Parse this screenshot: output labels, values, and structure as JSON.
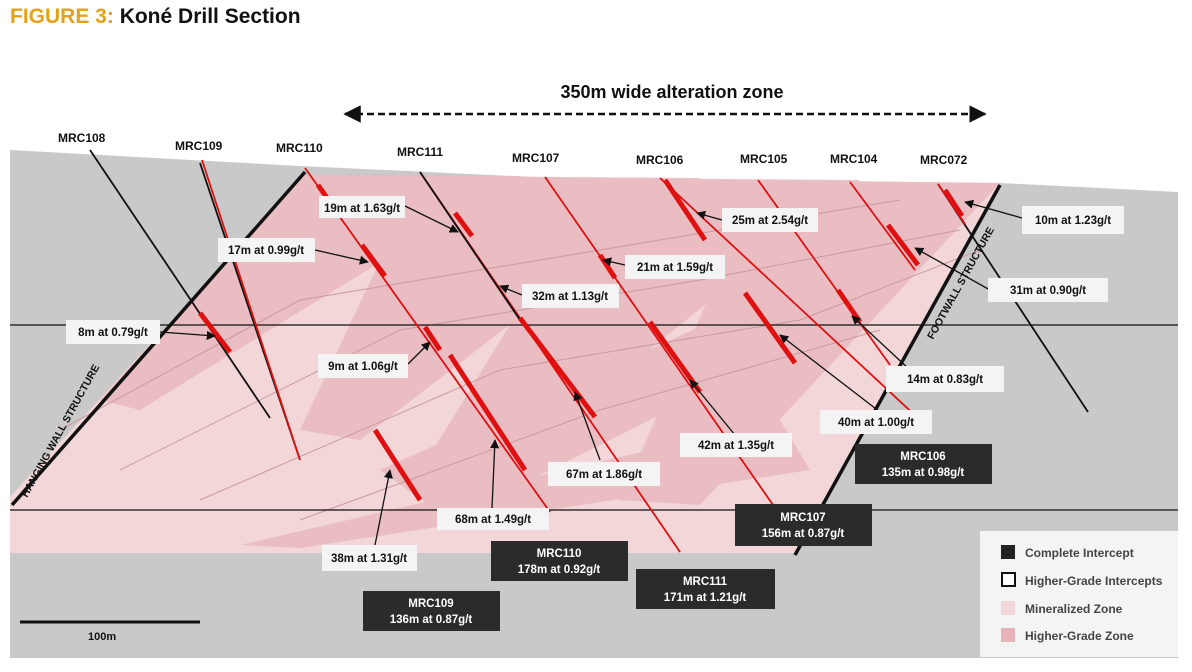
{
  "figure": {
    "prefix": "FIGURE 3:",
    "name": "Koné Drill Section"
  },
  "zone_label": "350m wide alteration zone",
  "holes": [
    "MRC108",
    "MRC109",
    "MRC110",
    "MRC111",
    "MRC107",
    "MRC106",
    "MRC105",
    "MRC104",
    "MRC072"
  ],
  "intercepts": [
    "19m at 1.63g/t",
    "17m at 0.99g/t",
    "8m at 0.79g/t",
    "9m at 1.06g/t",
    "38m at 1.31g/t",
    "68m at 1.49g/t",
    "67m at 1.86g/t",
    "32m at 1.13g/t",
    "21m at 1.59g/t",
    "25m at 2.54g/t",
    "42m at 1.35g/t",
    "40m at 1.00g/t",
    "14m at 0.83g/t",
    "31m at 0.90g/t",
    "10m at 1.23g/t"
  ],
  "complete_intercepts": [
    {
      "hole": "MRC109",
      "text": "136m at 0.87g/t"
    },
    {
      "hole": "MRC110",
      "text": "178m at 0.92g/t"
    },
    {
      "hole": "MRC111",
      "text": "171m at 1.21g/t"
    },
    {
      "hole": "MRC107",
      "text": "156m at 0.87g/t"
    },
    {
      "hole": "MRC106",
      "text": "135m at 0.98g/t"
    }
  ],
  "structures": {
    "hanging": "HANGING WALL STRUCTURE",
    "footwall": "FOOTWALL STRUCTURE"
  },
  "legend": [
    "Complete Intercept",
    "Higher-Grade Intercepts",
    "Mineralized Zone",
    "Higher-Grade Zone"
  ],
  "scale": "100m",
  "colors": {
    "title_prefix": "#e3a21a",
    "background_rock": "#c8c8c8",
    "mineralized": "#f2d4d6",
    "higher_grade": "#e8b8bd",
    "intercept": "#e01010",
    "box": "#2b2b2b"
  }
}
